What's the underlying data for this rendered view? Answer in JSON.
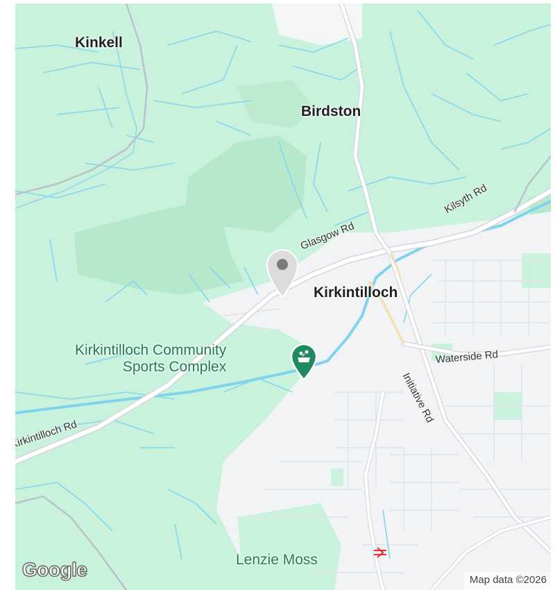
{
  "map": {
    "places": {
      "kinkell": "Kinkell",
      "birdston": "Birdston",
      "kirkintilloch": "Kirkintilloch"
    },
    "roads": {
      "glasgow_rd": "Glasgow Rd",
      "kilsyth_rd": "Kilsyth Rd",
      "waterside_rd": "Waterside Rd",
      "initiative_rd": "Initiative Rd",
      "kirkintilloch_rd": "Kirkintilloch Rd"
    },
    "poi": {
      "line1": "Kirkintilloch Community",
      "line2": "Sports Complex"
    },
    "park": "Lenzie Moss",
    "logo": "Google",
    "attribution": "Map data ©2026",
    "icons": {
      "pin": "location-pin-icon",
      "poi": "sports-complex-icon",
      "rail": "rail-station-icon"
    },
    "colors": {
      "land": "#c9f2dc",
      "forest": "#b4e8c8",
      "urban": "#f2f3f5",
      "water": "#7fd3ec",
      "road": "#ffffff",
      "poi": "#1e7a55",
      "rail_icon": "#e0312f"
    }
  }
}
